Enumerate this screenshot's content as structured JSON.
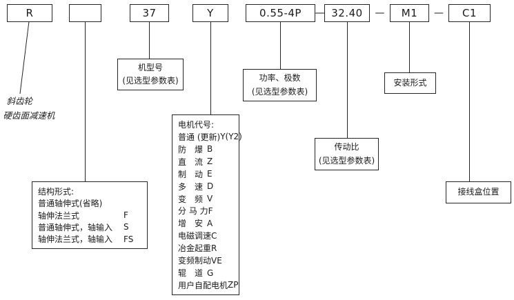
{
  "separator": "—",
  "top_codes": [
    {
      "label": "R"
    },
    {
      "label": ""
    },
    {
      "label": "37"
    },
    {
      "label": "Y"
    },
    {
      "label": "0.55-4P"
    },
    {
      "label": "32.40"
    },
    {
      "label": "M1"
    },
    {
      "label": "C1"
    }
  ],
  "callouts": {
    "reducer_type": {
      "lines": [
        "斜齿轮",
        "硬齿面减速机"
      ]
    },
    "frame_size": {
      "lines": [
        "机型号",
        "(见选型参数表)"
      ]
    },
    "power_poles": {
      "lines": [
        "功率、极数",
        "(见选型参数表)"
      ]
    },
    "mounting": {
      "lines": [
        "安装形式"
      ]
    },
    "ratio": {
      "lines": [
        "传动比",
        "(见选型参数表)"
      ]
    },
    "junction_box": {
      "lines": [
        "接线盒位置"
      ]
    },
    "structure": {
      "title": "结构形式:",
      "rows": [
        {
          "label": "普通轴伸式(省略)",
          "code": ""
        },
        {
          "label": "轴伸法兰式",
          "code": "F"
        },
        {
          "label": "普通轴伸式，轴输入",
          "code": "S"
        },
        {
          "label": "轴伸法兰式，轴输入",
          "code": "FS"
        }
      ]
    },
    "motor_code": {
      "title": "电机代号:",
      "rows": [
        {
          "label": "普通 (更新)",
          "code": "Y(Y2)"
        },
        {
          "label": "防　爆",
          "code": "B"
        },
        {
          "label": "直　流",
          "code": "Z"
        },
        {
          "label": "制　动",
          "code": "E"
        },
        {
          "label": "多　速",
          "code": "D"
        },
        {
          "label": "变　频",
          "code": "V"
        },
        {
          "label": "分 马 力",
          "code": "F"
        },
        {
          "label": "增　安",
          "code": "A"
        },
        {
          "label": "电磁调速",
          "code": "C"
        },
        {
          "label": "冶金起重",
          "code": "R"
        },
        {
          "label": "变频制动",
          "code": "VE"
        },
        {
          "label": "辊　道",
          "code": "G"
        },
        {
          "label": "用户自配电机",
          "code": "ZP"
        }
      ]
    }
  }
}
